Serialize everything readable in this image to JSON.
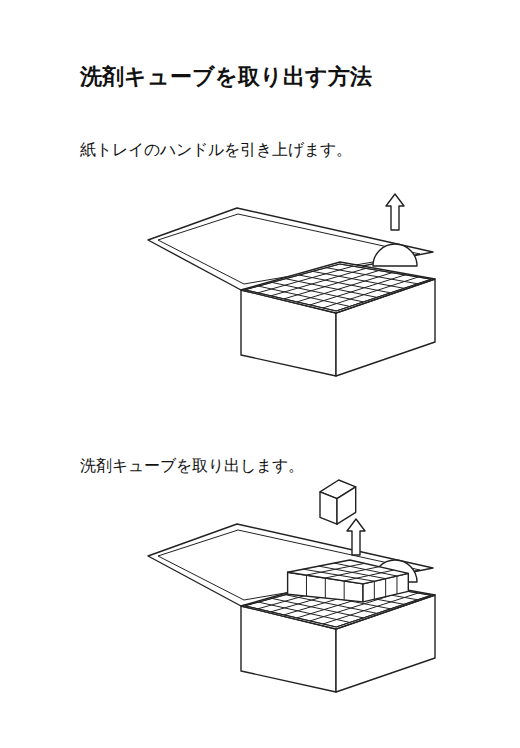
{
  "diagram": {
    "title": "洗剤キューブを取り出す方法",
    "labels": [
      "紙トレイのハンドルを引き上げます。",
      "洗剤キューブを取り出します。"
    ]
  }
}
